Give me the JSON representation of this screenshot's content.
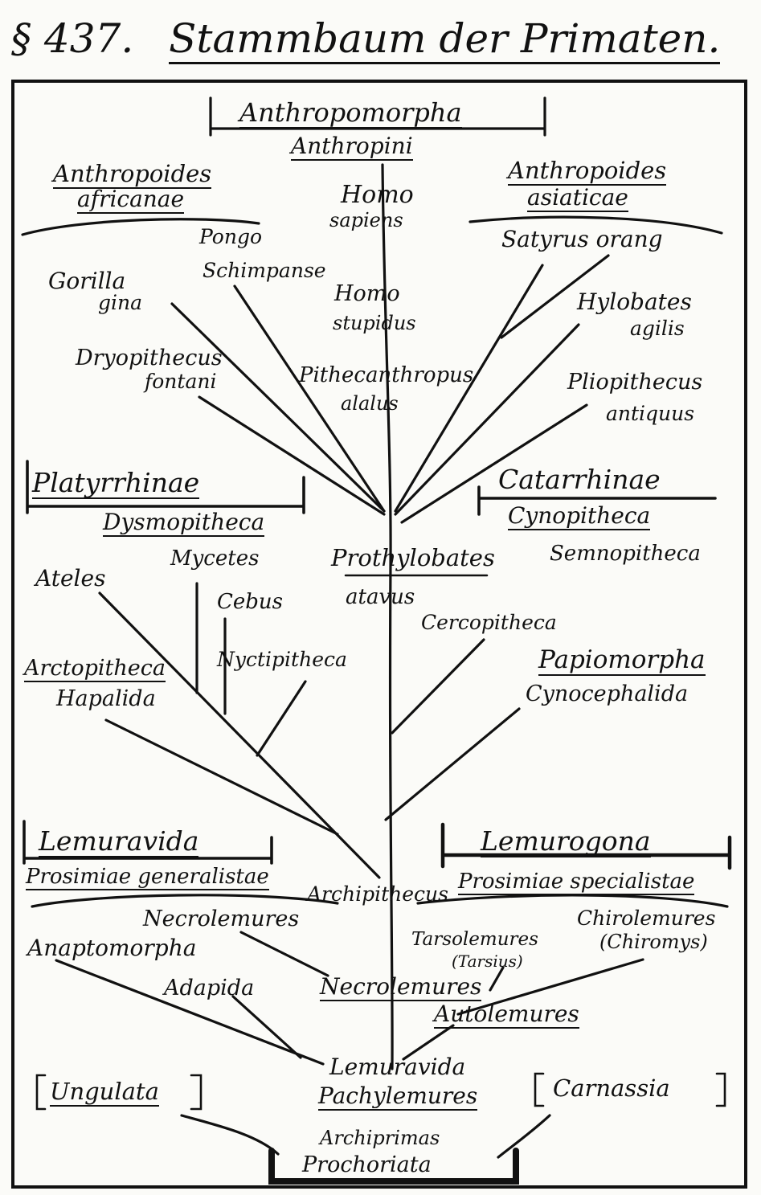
{
  "title": {
    "section": "§ 437.",
    "text": "Stammbaum der Primaten."
  },
  "labels": {
    "anthropomorpha": "Anthropomorpha",
    "anthropini": "Anthropini",
    "anthropoides_africanae": "Anthropoides",
    "africanae": "africanae",
    "anthropoides_asiaticae": "Anthropoides",
    "asiaticae": "asiaticae",
    "homo": "Homo",
    "sapiens": "sapiens",
    "pongo": "Pongo",
    "schimpanse": "Schimpanse",
    "satyrus_orang": "Satyrus orang",
    "gorilla": "Gorilla",
    "gina": "gina",
    "homo2": "Homo",
    "stupidus": "stupidus",
    "hylobates": "Hylobates",
    "agilis": "agilis",
    "dryopithecus": "Dryopithecus",
    "fontani": "fontani",
    "pithecanthropus": "Pithecanthropus",
    "alalus": "alalus",
    "pliopithecus": "Pliopithecus",
    "antiquus": "antiquus",
    "platyrrhinae": "Platyrrhinae",
    "dysmopitheca": "Dysmopitheca",
    "catarrhinae": "Catarrhinae",
    "cynopitheca": "Cynopitheca",
    "mycetes": "Mycetes",
    "prothylobates": "Prothylobates",
    "atavus": "atavus",
    "semnopitheca": "Semnopitheca",
    "ateles": "Ateles",
    "cebus": "Cebus",
    "cercopitheca": "Cercopitheca",
    "arctopitheca": "Arctopitheca",
    "hapalida": "Hapalida",
    "nyctipitheca": "Nyctipitheca",
    "papiomorpha": "Papiomorpha",
    "cynocephalida": "Cynocephalida",
    "lemuravida": "Lemuravida",
    "prosimiae_generalistae": "Prosimiae generalistae",
    "lemurogona": "Lemurogona",
    "prosimiae_specialistae": "Prosimiae specialistae",
    "archipithecus": "Archipithecus",
    "necrolemures_top": "Necrolemures",
    "chirolemures": "Chirolemures",
    "chiromys": "(Chiromys)",
    "anaptomorpha": "Anaptomorpha",
    "tarsolemures": "Tarsolemures",
    "tarsius": "(Tarsius)",
    "adapida": "Adapida",
    "necrolemures": "Necrolemures",
    "autolemures": "Autolemures",
    "lemuravida2": "Lemuravida",
    "pachylemures": "Pachylemures",
    "ungulata": "Ungulata",
    "carnassia": "Carnassia",
    "archiprimas": "Archiprimas",
    "prochoriata": "Prochoriata"
  }
}
